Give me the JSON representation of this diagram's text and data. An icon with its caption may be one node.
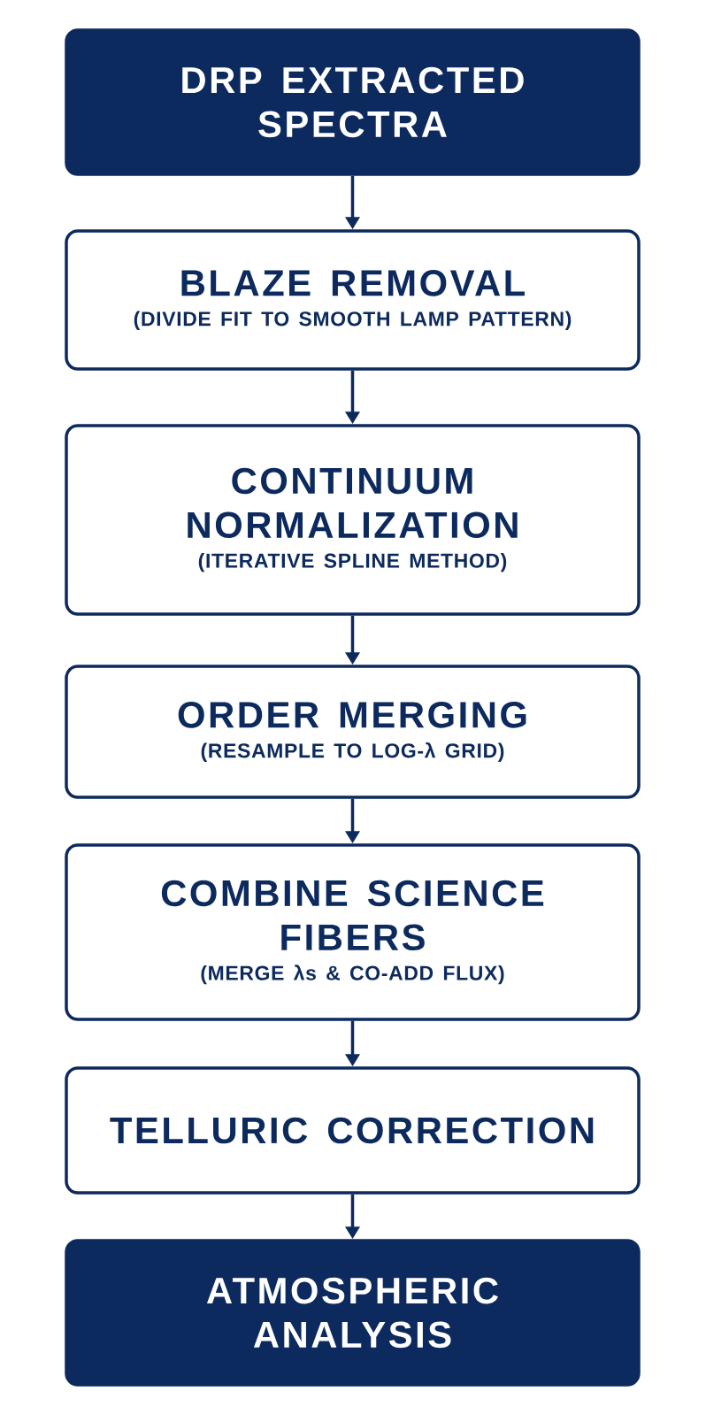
{
  "diagram": {
    "nodes": [
      {
        "text": [
          "DRP EXTRACTED SPECTRA"
        ]
      },
      {
        "text": [
          "BLAZE REMOVAL",
          "(DIVIDE FIT TO SMOOTH LAMP PATTERN)"
        ]
      },
      {
        "text": [
          "CONTINUUM NORMALIZATION",
          "(ITERATIVE SPLINE METHOD)"
        ]
      },
      {
        "text": [
          "ORDER MERGING",
          "(RESAMPLE TO LOG-λ GRID)"
        ]
      },
      {
        "text": [
          "COMBINE SCIENCE FIBERS",
          "(MERGE λs & CO-ADD FLUX)"
        ]
      },
      {
        "text": [
          "TELLURIC CORRECTION"
        ]
      },
      {
        "text": [
          "ATMOSPHERIC ANALYSIS"
        ]
      }
    ],
    "edges": [
      {
        "from": 0,
        "to": 1,
        "arrow": "to"
      },
      {
        "from": 1,
        "to": 2,
        "arrow": "to"
      },
      {
        "from": 2,
        "to": 3,
        "arrow": "to"
      },
      {
        "from": 3,
        "to": 4,
        "arrow": "to"
      },
      {
        "from": 4,
        "to": 5,
        "arrow": "to"
      },
      {
        "from": 5,
        "to": 6,
        "arrow": "to"
      }
    ]
  }
}
